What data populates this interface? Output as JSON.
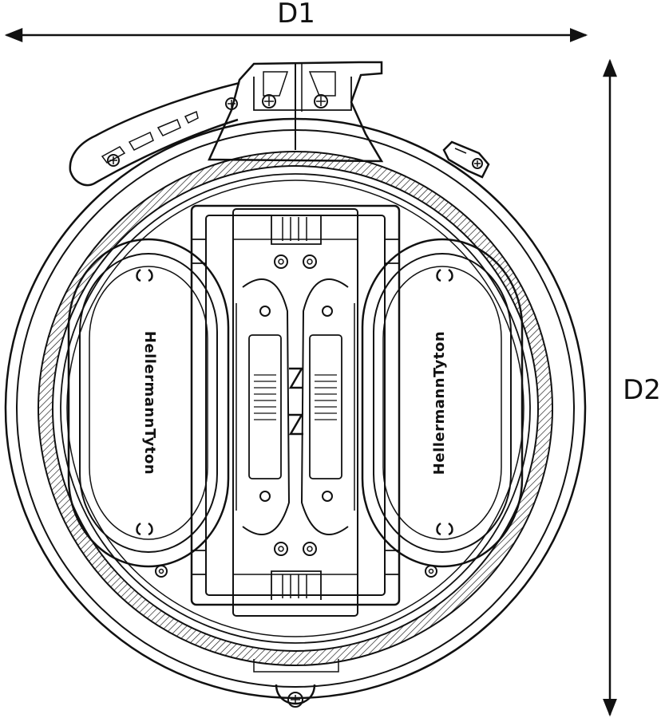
{
  "dimensions": {
    "d1_label": "D1",
    "d2_label": "D2"
  },
  "brand": {
    "left_label": "HellermannTyton",
    "right_label": "HellermannTyton"
  },
  "colors": {
    "line": "#111111",
    "background": "#ffffff"
  }
}
